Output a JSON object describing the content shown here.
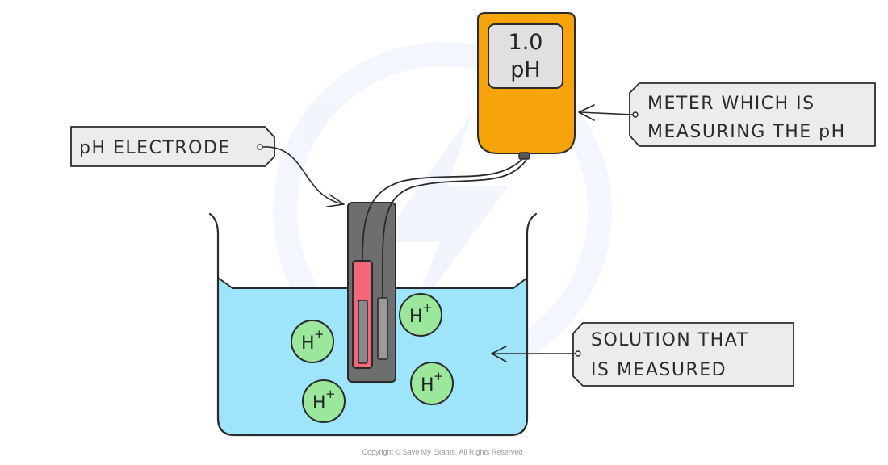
{
  "meter": {
    "reading": "1.0",
    "unit": "pH"
  },
  "labels": {
    "electrode": "pH ELECTRODE",
    "meter_line1": "METER WHICH IS",
    "meter_line2": "MEASURING THE pH",
    "solution_line1": "SOLUTION THAT",
    "solution_line2": "IS MEASURED"
  },
  "ions": [
    {
      "symbol": "H",
      "charge": "+"
    },
    {
      "symbol": "H",
      "charge": "+"
    },
    {
      "symbol": "H",
      "charge": "+"
    },
    {
      "symbol": "H",
      "charge": "+"
    }
  ],
  "copyright": "Copyright © Save My Exams. All Rights Reserved",
  "colors": {
    "solution": "#9ee4fb",
    "meter_body": "#f7a30a",
    "meter_screen": "#e0e0e0",
    "electrode_housing": "#6e6e6e",
    "electrode_red": "#f4677b",
    "electrode_grey": "#9a9a9a",
    "ion_fill": "#9be79c",
    "label_fill": "#ececec"
  }
}
